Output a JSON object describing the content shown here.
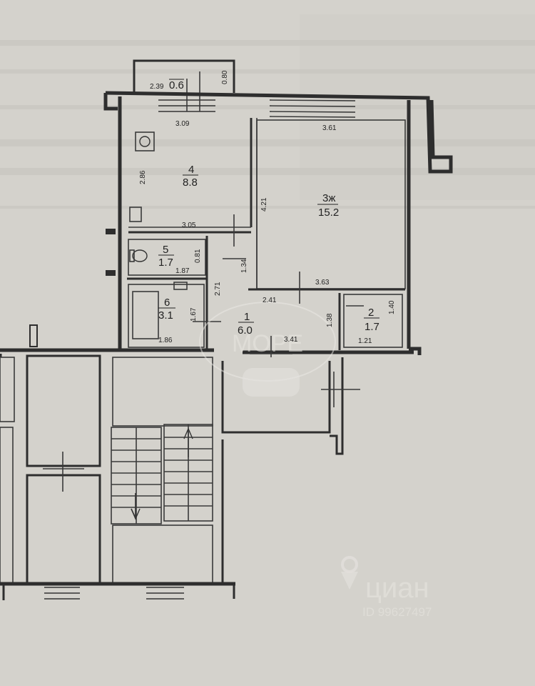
{
  "balcony": {
    "width": "2.39",
    "area": "0.6",
    "depth": "0.80"
  },
  "rooms": [
    {
      "id": "room-4",
      "number": "4",
      "area": "8.8"
    },
    {
      "id": "room-3",
      "number": "3ж",
      "area": "15.2"
    },
    {
      "id": "room-5",
      "number": "5",
      "area": "1.7"
    },
    {
      "id": "room-6",
      "number": "6",
      "area": "3.1"
    },
    {
      "id": "room-1",
      "number": "1",
      "area": "6.0"
    },
    {
      "id": "room-2",
      "number": "2",
      "area": "1.7"
    }
  ],
  "dimensions": {
    "kitchen_top": "3.09",
    "kitchen_side": "2.86",
    "kitchen_bottom": "3.05",
    "room3_top": "3.61",
    "room3_side": "4.21",
    "room3_bottom": "3.63",
    "wc_side": "0.81",
    "wc_bottom": "1.87",
    "hall_upper": "1.34",
    "hall_side": "2.71",
    "hall_top": "2.41",
    "hall_bottom": "3.41",
    "bath_side": "1.67",
    "bath_bottom": "1.86",
    "closet_side_left": "1.38",
    "closet_side_right": "1.40",
    "closet_bottom": "1.21"
  },
  "watermarks": {
    "agency": "МОРЕ",
    "brand": "циан",
    "listing_id": "ID 99627497"
  }
}
